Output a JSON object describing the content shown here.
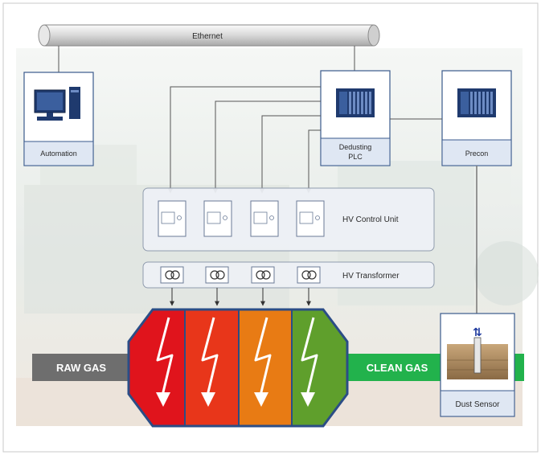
{
  "network": {
    "label": "Ethernet"
  },
  "automation": {
    "label": "Automation"
  },
  "plc": {
    "line1": "Dedusting",
    "line2": "PLC"
  },
  "precon": {
    "label": "Precon"
  },
  "hv_control_unit": {
    "label": "HV Control Unit"
  },
  "hv_transformer": {
    "label": "HV Transformer"
  },
  "raw_gas": {
    "label": "RAW GAS"
  },
  "clean_gas": {
    "label": "CLEAN GAS"
  },
  "dust_sensor": {
    "label": "Dust Sensor"
  },
  "fields": [
    {
      "color": "#e0141c"
    },
    {
      "color": "#e8361a"
    },
    {
      "color": "#e87b14"
    },
    {
      "color": "#5f9f2c"
    }
  ],
  "colors": {
    "raw_gas_bar": "#6e6e6e",
    "clean_gas_bar": "#22b24c",
    "precipitator_outline": "#2b4d86",
    "device_box_bg": "#ffffff",
    "device_label_bg": "#dfe7f3"
  }
}
